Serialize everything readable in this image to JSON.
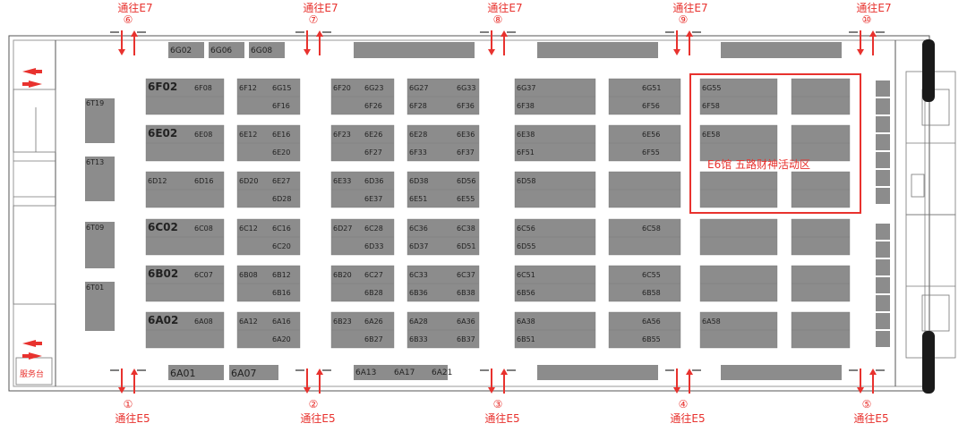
{
  "entrances_top": [
    {
      "num": "⑥",
      "label": "通往E7"
    },
    {
      "num": "⑦",
      "label": "通往E7"
    },
    {
      "num": "⑧",
      "label": "通往E7"
    },
    {
      "num": "⑨",
      "label": "通往E7"
    },
    {
      "num": "⑩",
      "label": "通往E7"
    }
  ],
  "entrances_bottom": [
    {
      "num": "①",
      "label": "通往E5"
    },
    {
      "num": "②",
      "label": "通往E5"
    },
    {
      "num": "③",
      "label": "通往E5"
    },
    {
      "num": "④",
      "label": "通往E5"
    },
    {
      "num": "⑤",
      "label": "通往E5"
    }
  ],
  "service_desk": "服务台",
  "activity_zone": "E6馆 五路财神活动区",
  "top_row_booths": [
    "6G02",
    "6G06",
    "6G08"
  ],
  "t_booths": [
    "6T19",
    "6T13",
    "6T09",
    "6T01"
  ],
  "bottom_row_booths": [
    "6A01",
    "6A07",
    "6A13",
    "6A17",
    "6A21"
  ],
  "rows": [
    {
      "row": "F",
      "labels": [
        "6F02",
        "6F08",
        "6F12",
        "6G15",
        "6F16",
        "6F20",
        "6G23",
        "6F26",
        "6G27",
        "6F28",
        "6G33",
        "6F36",
        "6G37",
        "6F38",
        "6G51",
        "6F56",
        "6G55",
        "6F58"
      ]
    },
    {
      "row": "E",
      "labels": [
        "6E02",
        "6E08",
        "6E12",
        "6E16",
        "6E20",
        "6F23",
        "6E26",
        "6F27",
        "6E28",
        "6F33",
        "6E36",
        "6F37",
        "6E38",
        "6F51",
        "6E56",
        "6F55",
        "6E58"
      ]
    },
    {
      "row": "D",
      "labels": [
        "6D12",
        "6D16",
        "6D20",
        "6E27",
        "6D28",
        "6E33",
        "6D36",
        "6E37",
        "6D38",
        "6E51",
        "6D56",
        "6E55",
        "6D58"
      ]
    },
    {
      "row": "C",
      "labels": [
        "6C02",
        "6C08",
        "6C12",
        "6C16",
        "6C20",
        "6D27",
        "6C28",
        "6D33",
        "6C36",
        "6D37",
        "6C38",
        "6D51",
        "6C56",
        "6D55",
        "6C58"
      ]
    },
    {
      "row": "B",
      "labels": [
        "6B02",
        "6C07",
        "6B08",
        "6B12",
        "6B16",
        "6B20",
        "6C27",
        "6B28",
        "6C33",
        "6B36",
        "6C37",
        "6B38",
        "6C51",
        "6B56",
        "6C55",
        "6B58"
      ]
    },
    {
      "row": "A",
      "labels": [
        "6A02",
        "6A08",
        "6A12",
        "6A16",
        "6A20",
        "6B23",
        "6A26",
        "6B27",
        "6A28",
        "6B33",
        "6A36",
        "6B37",
        "6A38",
        "6B51",
        "6A56",
        "6B55",
        "6A58"
      ]
    }
  ]
}
